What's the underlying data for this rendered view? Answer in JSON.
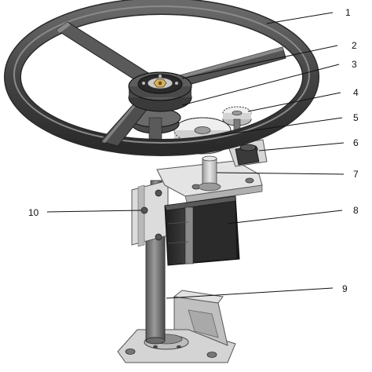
{
  "callouts": [
    {
      "id": "1",
      "label": "1"
    },
    {
      "id": "2",
      "label": "2"
    },
    {
      "id": "3",
      "label": "3"
    },
    {
      "id": "4",
      "label": "4"
    },
    {
      "id": "5",
      "label": "5"
    },
    {
      "id": "6",
      "label": "6"
    },
    {
      "id": "7",
      "label": "7"
    },
    {
      "id": "8",
      "label": "8"
    },
    {
      "id": "9",
      "label": "9"
    },
    {
      "id": "10",
      "label": "10"
    }
  ],
  "colors": {
    "wheel": "#4a4a4a",
    "metal": "#c8c8c8",
    "dark_metal": "#3a3a3a",
    "motor": "#2e2e2e",
    "line": "#111111",
    "background": "#ffffff"
  }
}
